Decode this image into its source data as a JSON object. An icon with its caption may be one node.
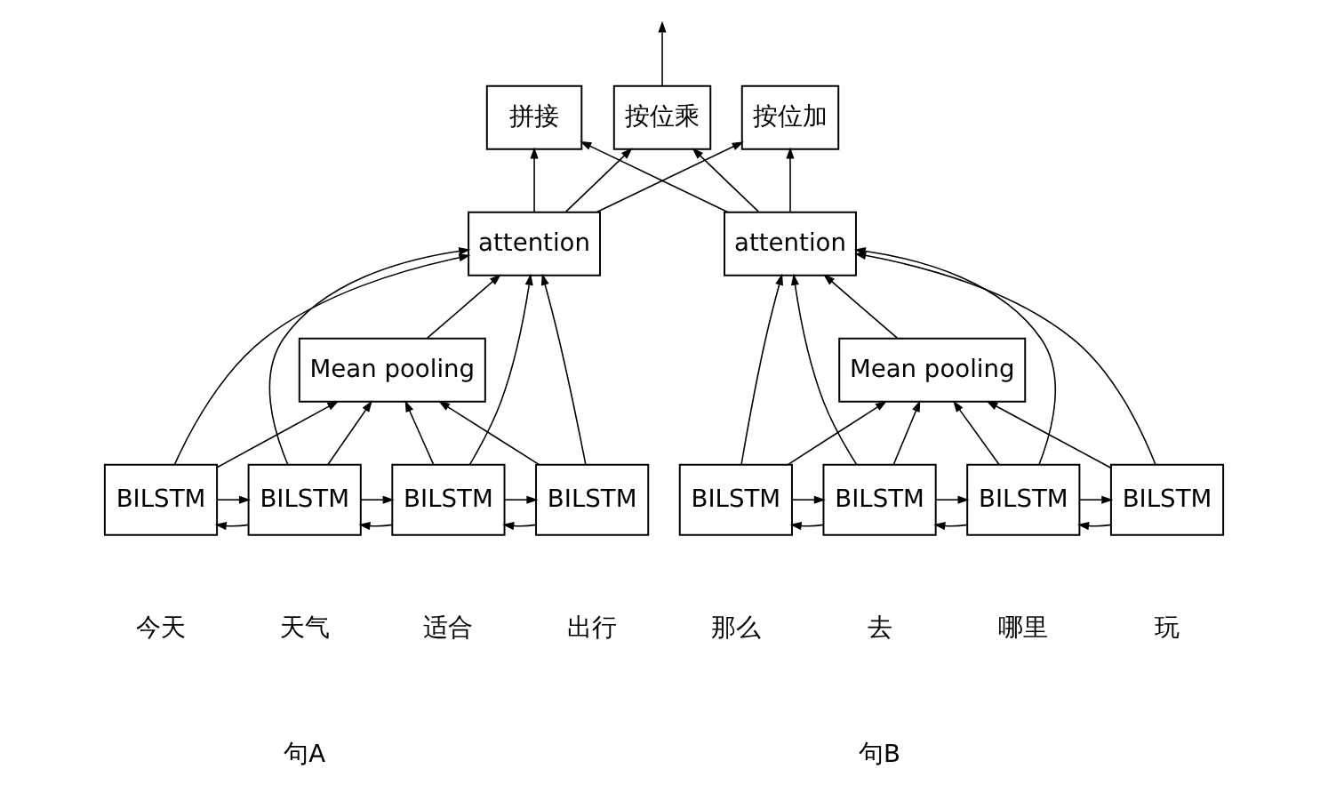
{
  "diagram": {
    "nodes": [
      {
        "text": [
          "拼接"
        ]
      },
      {
        "text": [
          "按位乘"
        ]
      },
      {
        "text": [
          "按位加"
        ]
      },
      {
        "text": [
          "attention"
        ]
      },
      {
        "text": [
          "attention"
        ]
      },
      {
        "text": [
          "Mean pooling"
        ]
      },
      {
        "text": [
          "Mean pooling"
        ]
      },
      {
        "text": [
          "BILSTM"
        ]
      },
      {
        "text": [
          "BILSTM"
        ]
      },
      {
        "text": [
          "BILSTM"
        ]
      },
      {
        "text": [
          "BILSTM"
        ]
      },
      {
        "text": [
          "BILSTM"
        ]
      },
      {
        "text": [
          "BILSTM"
        ]
      },
      {
        "text": [
          "BILSTM"
        ]
      },
      {
        "text": [
          "BILSTM"
        ]
      }
    ],
    "edges": [
      {
        "from": 1,
        "to": null,
        "arrow": "to"
      },
      {
        "from": 3,
        "to": 0,
        "arrow": "to"
      },
      {
        "from": 3,
        "to": 1,
        "arrow": "to"
      },
      {
        "from": 3,
        "to": 2,
        "arrow": "to"
      },
      {
        "from": 4,
        "to": 0,
        "arrow": "to"
      },
      {
        "from": 4,
        "to": 1,
        "arrow": "to"
      },
      {
        "from": 4,
        "to": 2,
        "arrow": "to"
      },
      {
        "from": 5,
        "to": 3,
        "arrow": "to"
      },
      {
        "from": 7,
        "to": 5,
        "arrow": "to"
      },
      {
        "from": 7,
        "to": 3,
        "arrow": "to"
      },
      {
        "from": 8,
        "to": 5,
        "arrow": "to"
      },
      {
        "from": 8,
        "to": 3,
        "arrow": "to"
      },
      {
        "from": 9,
        "to": 5,
        "arrow": "to"
      },
      {
        "from": 9,
        "to": 3,
        "arrow": "to"
      },
      {
        "from": 10,
        "to": 5,
        "arrow": "to"
      },
      {
        "from": 10,
        "to": 3,
        "arrow": "to"
      },
      {
        "from": 7,
        "to": 8,
        "arrow": "to"
      },
      {
        "from": 8,
        "to": 7,
        "arrow": "to"
      },
      {
        "from": 8,
        "to": 9,
        "arrow": "to"
      },
      {
        "from": 9,
        "to": 8,
        "arrow": "to"
      },
      {
        "from": 9,
        "to": 10,
        "arrow": "to"
      },
      {
        "from": 10,
        "to": 9,
        "arrow": "to"
      },
      {
        "from": 6,
        "to": 4,
        "arrow": "to"
      },
      {
        "from": 11,
        "to": 4,
        "arrow": "to"
      },
      {
        "from": 11,
        "to": 6,
        "arrow": "to"
      },
      {
        "from": 12,
        "to": 4,
        "arrow": "to"
      },
      {
        "from": 12,
        "to": 6,
        "arrow": "to"
      },
      {
        "from": 13,
        "to": 4,
        "arrow": "to"
      },
      {
        "from": 13,
        "to": 6,
        "arrow": "to"
      },
      {
        "from": 14,
        "to": 4,
        "arrow": "to"
      },
      {
        "from": 14,
        "to": 6,
        "arrow": "to"
      },
      {
        "from": 11,
        "to": 12,
        "arrow": "to"
      },
      {
        "from": 12,
        "to": 11,
        "arrow": "to"
      },
      {
        "from": 12,
        "to": 13,
        "arrow": "to"
      },
      {
        "from": 13,
        "to": 12,
        "arrow": "to"
      },
      {
        "from": 13,
        "to": 14,
        "arrow": "to"
      },
      {
        "from": 14,
        "to": 13,
        "arrow": "to"
      }
    ],
    "labels": [
      "今天",
      "天气",
      "适合",
      "出行",
      "那么",
      "去",
      "哪里",
      "玩",
      "句A",
      "句B"
    ]
  }
}
